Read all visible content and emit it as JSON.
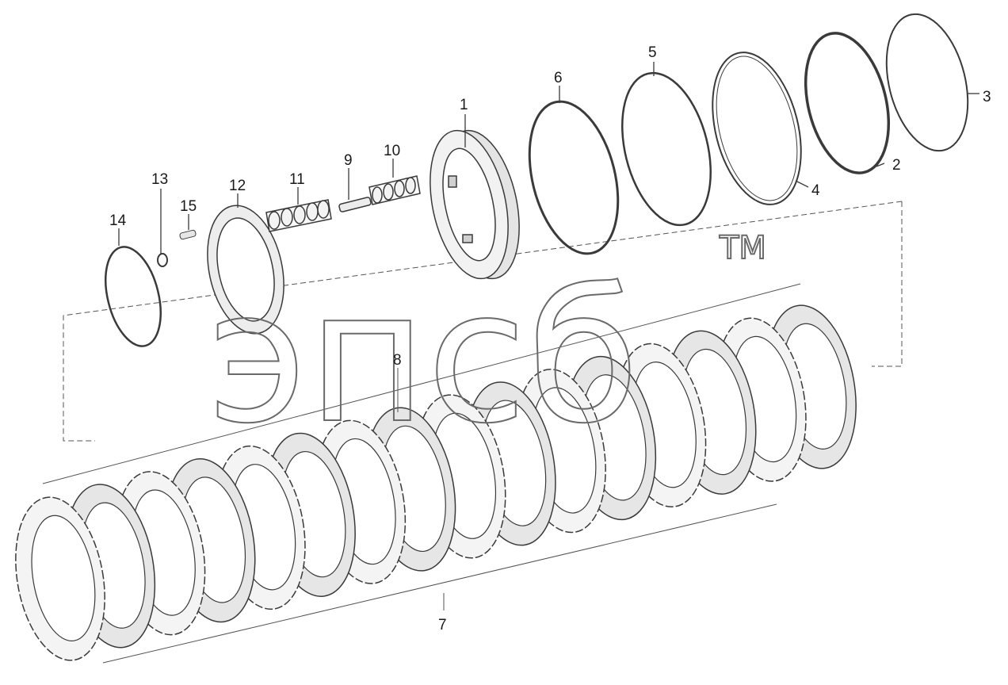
{
  "watermark": {
    "logo_text": "эпсб",
    "trademark": "TM"
  },
  "colors": {
    "line": "#3a3a3a",
    "fill_light": "#f2f2f2",
    "fill_mid": "#d9d9d9",
    "watermark_stroke": "#6a6a6a"
  },
  "callouts": [
    {
      "id": "1",
      "label": "1"
    },
    {
      "id": "2",
      "label": "2"
    },
    {
      "id": "3",
      "label": "3"
    },
    {
      "id": "4",
      "label": "4"
    },
    {
      "id": "5",
      "label": "5"
    },
    {
      "id": "6",
      "label": "6"
    },
    {
      "id": "7",
      "label": "7"
    },
    {
      "id": "8",
      "label": "8"
    },
    {
      "id": "9",
      "label": "9"
    },
    {
      "id": "10",
      "label": "10"
    },
    {
      "id": "11",
      "label": "11"
    },
    {
      "id": "12",
      "label": "12"
    },
    {
      "id": "13",
      "label": "13"
    },
    {
      "id": "14",
      "label": "14"
    },
    {
      "id": "15",
      "label": "15"
    }
  ]
}
